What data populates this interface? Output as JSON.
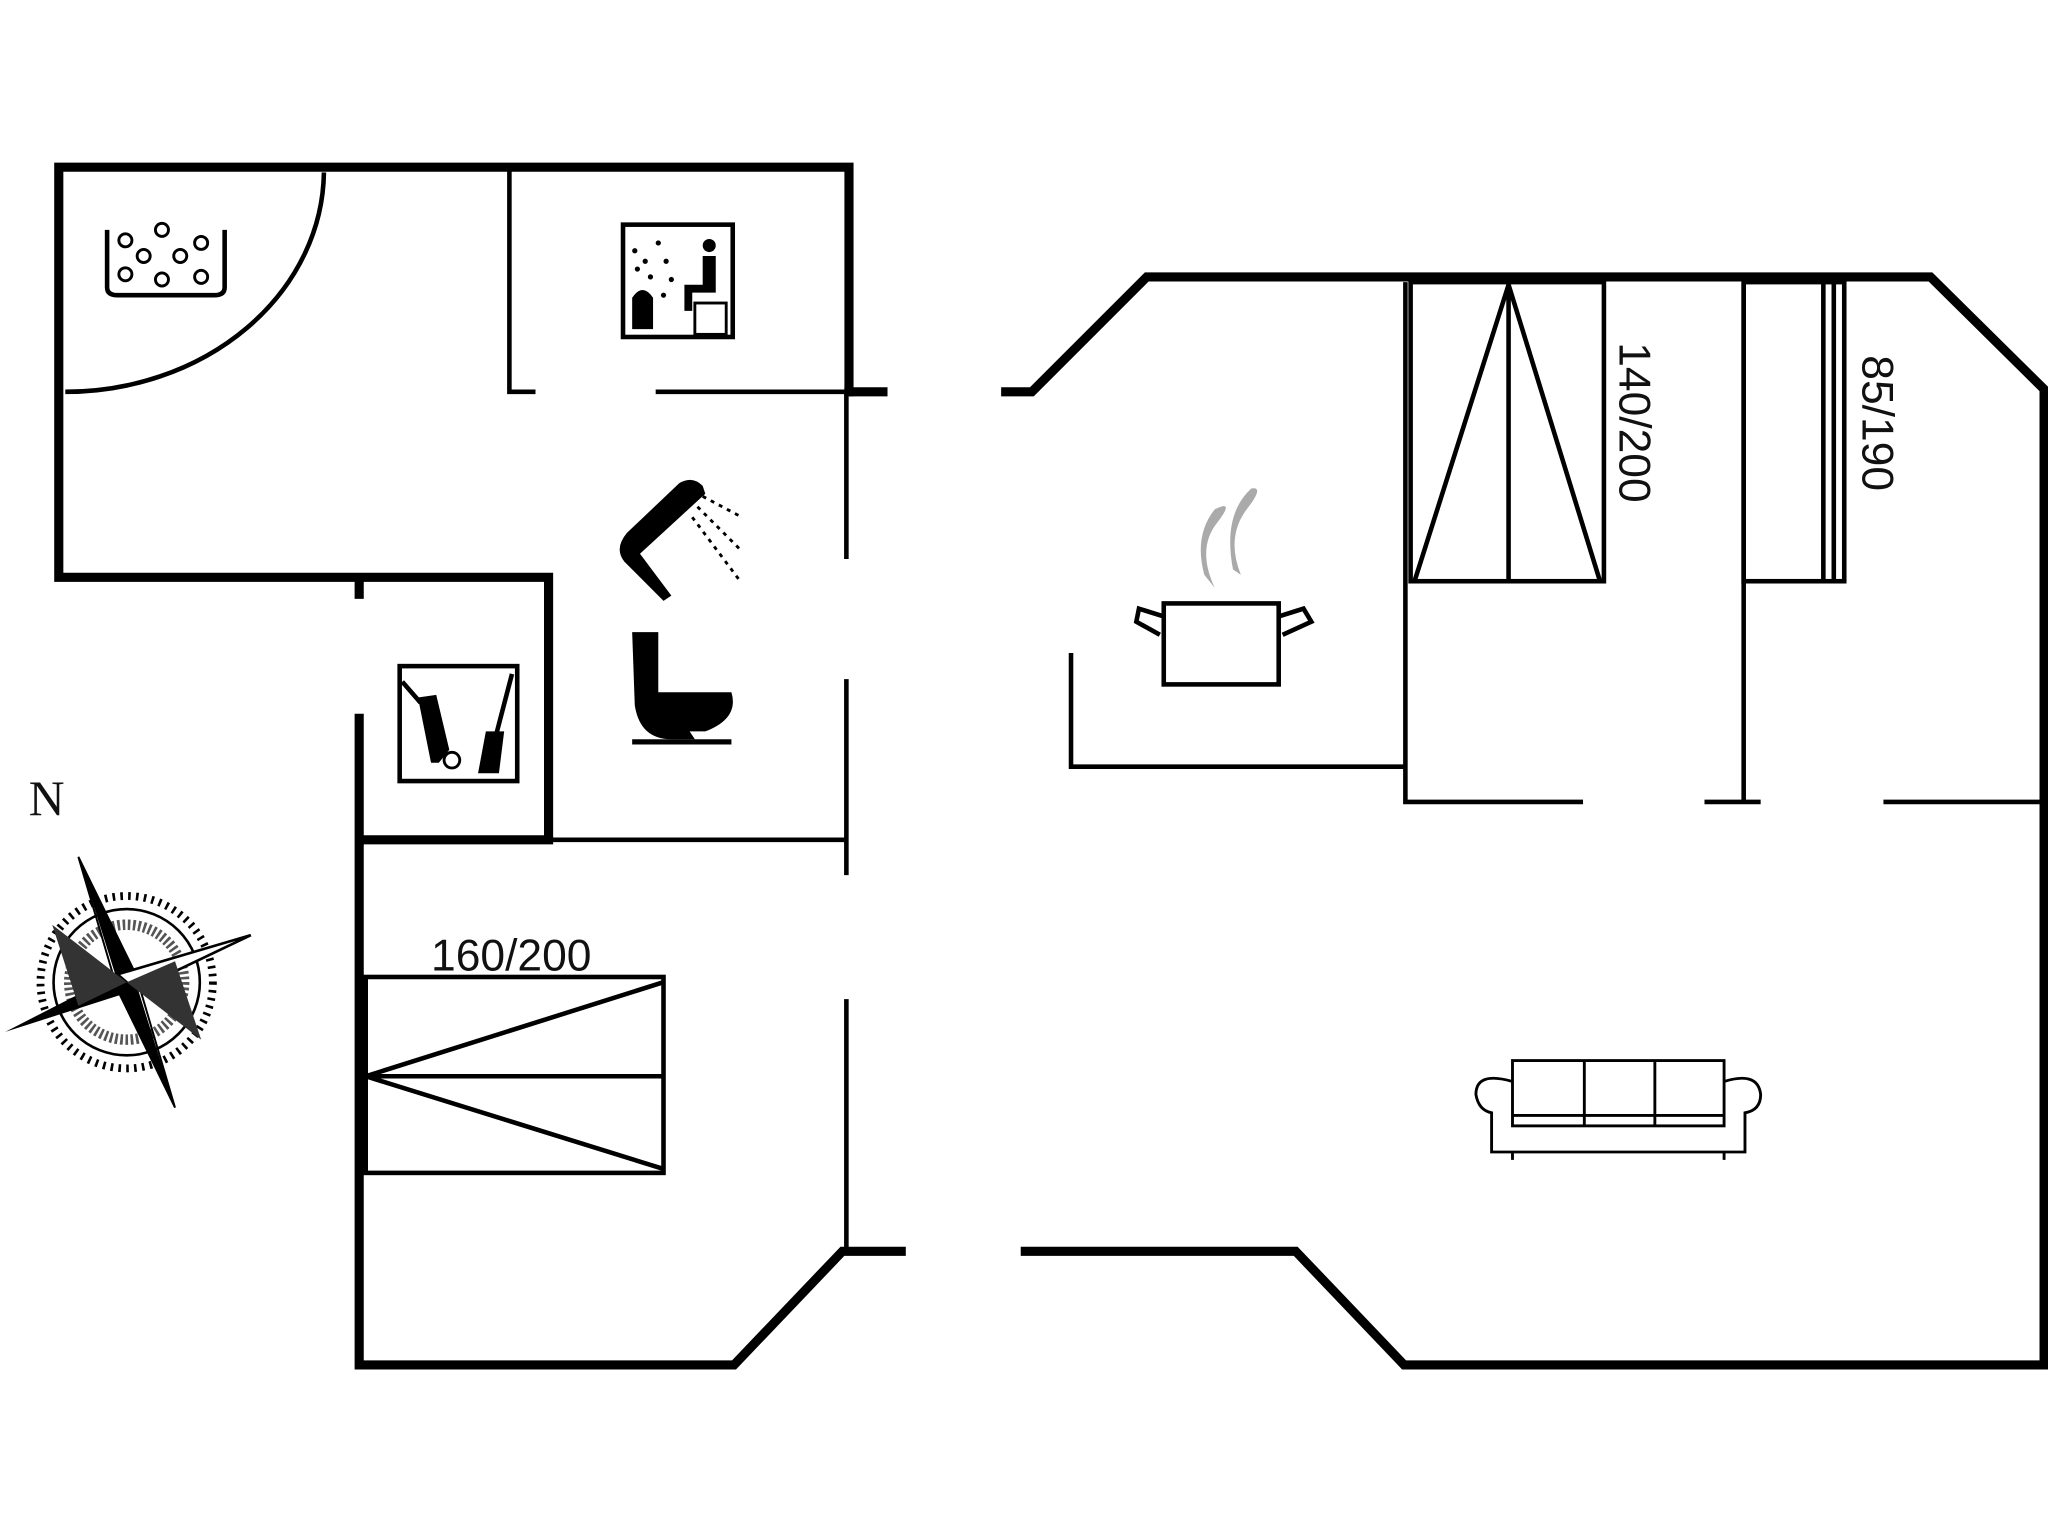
{
  "floorplan": {
    "bed_labels": {
      "double_bed_left": "160/200",
      "double_bed_right": "140/200",
      "single_bed": "85/190"
    },
    "compass_label": "N",
    "icons": [
      "whirlpool-icon",
      "sauna-icon",
      "shower-icon",
      "toilet-icon",
      "utility-room-icon",
      "kitchen-pot-icon",
      "sofa-icon",
      "compass-rose-icon"
    ],
    "colors": {
      "wall": "#000000",
      "background": "#ffffff",
      "steam": "#aaaaaa"
    }
  }
}
